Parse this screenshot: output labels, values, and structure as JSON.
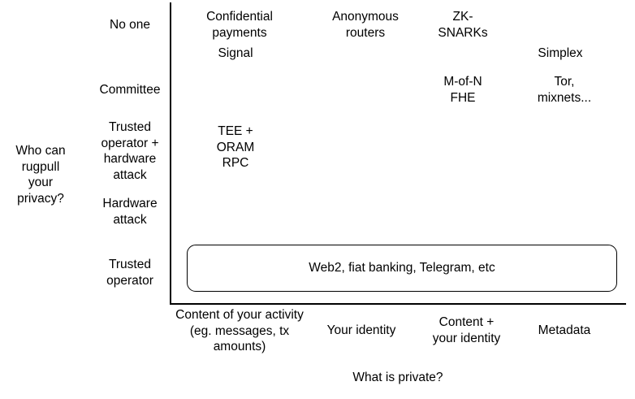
{
  "chart_data": {
    "type": "scatter",
    "title": "",
    "xlabel": "What is private?",
    "ylabel": "Who can rugpull your privacy?",
    "grid": false,
    "legend": "none",
    "x_categories": [
      "Content of your activity\n(eg. messages, tx\namounts)",
      "Your identity",
      "Content +\nyour identity",
      "Metadata"
    ],
    "y_categories": [
      "No one",
      "Committee",
      "Trusted\noperator +\nhardware\nattack",
      "Hardware\nattack",
      "Trusted\noperator"
    ],
    "points": [
      {
        "label": "Confidential\npayments",
        "x": "Content of your activity",
        "y": "No one"
      },
      {
        "label": "Signal",
        "x": "Content of your activity",
        "y": "No one"
      },
      {
        "label": "Anonymous\nrouters",
        "x": "Your identity",
        "y": "No one"
      },
      {
        "label": "ZK-\nSNARKs",
        "x": "Content + your identity",
        "y": "No one"
      },
      {
        "label": "Simplex",
        "x": "Metadata",
        "y": "No one"
      },
      {
        "label": "M-of-N\nFHE",
        "x": "Content + your identity",
        "y": "Committee"
      },
      {
        "label": "Tor,\nmixnets...",
        "x": "Metadata",
        "y": "Committee"
      },
      {
        "label": "TEE +\nORAM\nRPC",
        "x": "Content of your activity",
        "y": "Trusted operator + hardware attack"
      },
      {
        "label": "Web2, fiat banking, Telegram, etc",
        "x": "all",
        "y": "Trusted operator"
      }
    ],
    "callout_box": {
      "label": "Web2, fiat banking, Telegram, etc",
      "shape": "rounded-rectangle"
    }
  },
  "axes": {
    "y_title": "Who can\nrugpull\nyour\nprivacy?",
    "x_title": "What is private?",
    "y_categories": [
      {
        "id": "no-one",
        "label": "No one"
      },
      {
        "id": "committee",
        "label": "Committee"
      },
      {
        "id": "trusted-operator-hardware-attack",
        "label": "Trusted\noperator +\nhardware\nattack"
      },
      {
        "id": "hardware-attack",
        "label": "Hardware\nattack"
      },
      {
        "id": "trusted-operator",
        "label": "Trusted\noperator"
      }
    ],
    "x_categories": [
      {
        "id": "content-of-your-activity",
        "label": "Content of your activity\n(eg. messages, tx\namounts)"
      },
      {
        "id": "your-identity",
        "label": "Your identity"
      },
      {
        "id": "content-plus-your-identity",
        "label": "Content +\nyour identity"
      },
      {
        "id": "metadata",
        "label": "Metadata"
      }
    ]
  },
  "items": [
    {
      "id": "confidential-payments",
      "label": "Confidential\npayments"
    },
    {
      "id": "signal",
      "label": "Signal"
    },
    {
      "id": "anonymous-routers",
      "label": "Anonymous\nrouters"
    },
    {
      "id": "zk-snarks",
      "label": "ZK-\nSNARKs"
    },
    {
      "id": "simplex",
      "label": "Simplex"
    },
    {
      "id": "m-of-n-fhe",
      "label": "M-of-N\nFHE"
    },
    {
      "id": "tor-mixnets",
      "label": "Tor,\nmixnets..."
    },
    {
      "id": "tee-oram-rpc",
      "label": "TEE +\nORAM\nRPC"
    }
  ],
  "callout": {
    "label": "Web2, fiat banking, Telegram, etc"
  },
  "colors": {
    "background": "#ffffff",
    "text": "#000000",
    "axis": "#000000",
    "box_border": "#000000"
  }
}
